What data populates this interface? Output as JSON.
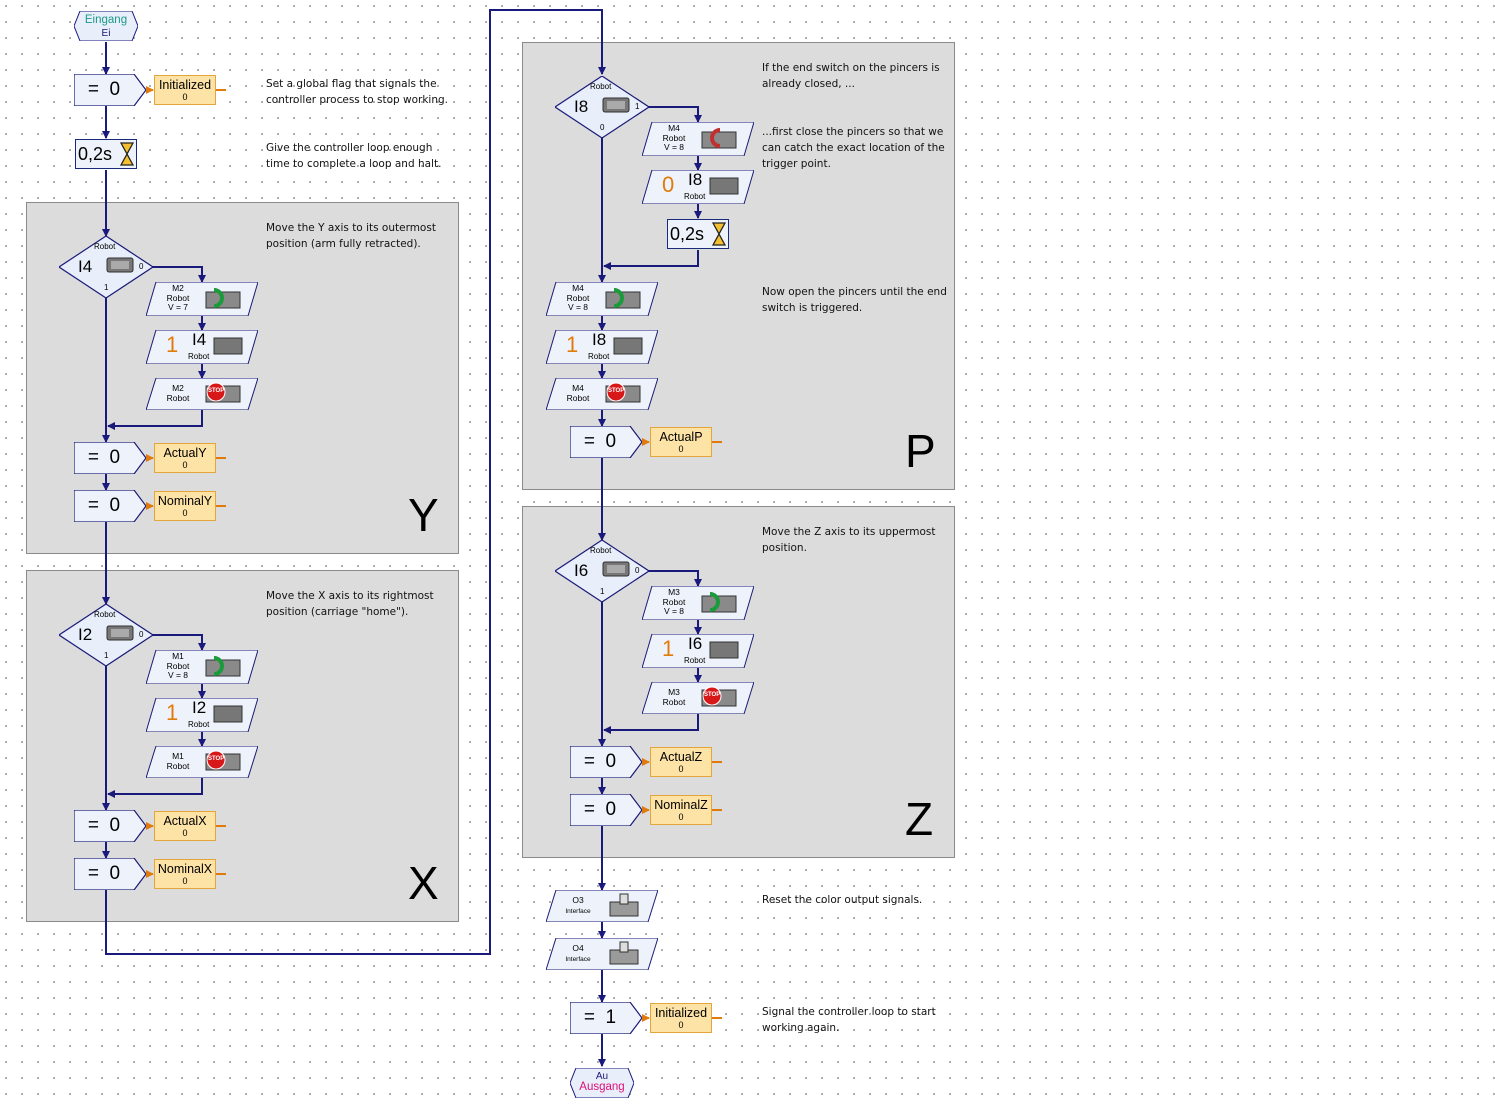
{
  "start": {
    "title": "Eingang",
    "sub": "Ei"
  },
  "end": {
    "title": "Ausgang",
    "sub": "Au"
  },
  "ops": {
    "assign_eq": "=",
    "zero": "0",
    "one": "1",
    "wait": "0,2s"
  },
  "labels": {
    "robot": "Robot",
    "interface": "Interface",
    "stop": "STOP",
    "zero": "0",
    "one": "1",
    "v7": "V = 7",
    "v8": "V = 8"
  },
  "vars": {
    "initialized": {
      "name": "Initialized",
      "value": "0"
    },
    "actualY": {
      "name": "ActualY",
      "value": "0"
    },
    "nominalY": {
      "name": "NominalY",
      "value": "0"
    },
    "actualX": {
      "name": "ActualX",
      "value": "0"
    },
    "nominalX": {
      "name": "NominalX",
      "value": "0"
    },
    "actualP": {
      "name": "ActualP",
      "value": "0"
    },
    "actualZ": {
      "name": "ActualZ",
      "value": "0"
    },
    "nominalZ": {
      "name": "NominalZ",
      "value": "0"
    },
    "initialized2": {
      "name": "Initialized",
      "value": "0"
    }
  },
  "inputs": {
    "i4": "I4",
    "i2": "I2",
    "i8": "I8",
    "i6": "I6"
  },
  "motors": {
    "m1": "M1",
    "m2": "M2",
    "m3": "M3",
    "m4": "M4"
  },
  "outputs": {
    "o3": "O3",
    "o4": "O4"
  },
  "groups": {
    "y": "Y",
    "x": "X",
    "p": "P",
    "z": "Z"
  },
  "comments": {
    "c1a": "Set a global flag that signals the",
    "c1b": "controller process to stop working.",
    "c2a": "Give the controller loop enough",
    "c2b": "time to complete a loop and halt.",
    "cya": "Move the Y axis to its outermost",
    "cyb": "position (arm fully retracted).",
    "cxa": "Move the X axis to its rightmost",
    "cxb": "position (carriage \"home\").",
    "cpa": "If the end switch on the pincers is",
    "cpb": "already closed, ...",
    "cpc": "...first close the pincers so that we",
    "cpd": "can catch the exact location of the",
    "cpe": "trigger point.",
    "cpf": "Now open the pincers until the end",
    "cpg": "switch is triggered.",
    "cza": "Move the Z axis to its uppermost",
    "czb": "position.",
    "cra": "Reset the color output signals.",
    "csa": "Signal the controller loop to start",
    "csb": "working again."
  },
  "colors": {
    "flow": "#1a1a7a",
    "var_fill": "#fde3a6",
    "var_border": "#e4a53a",
    "start_text": "#1a9a8a",
    "end_text": "#e0107a",
    "number": "#e07a0a"
  }
}
